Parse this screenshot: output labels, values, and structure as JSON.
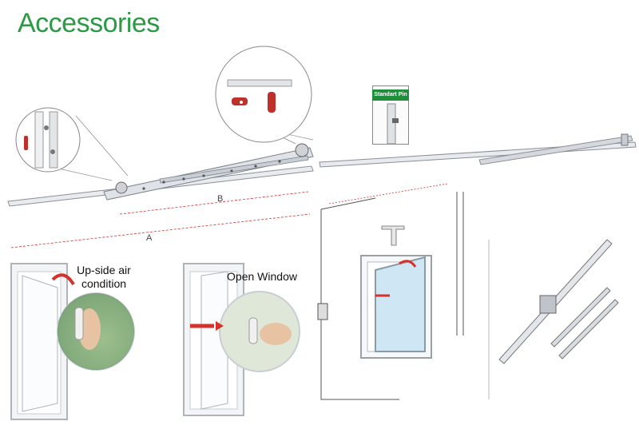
{
  "title": "Accessories",
  "pin_label": "Standart Pin",
  "dimension_labels": {
    "a": "A",
    "b": "B"
  },
  "captions": {
    "airflow": "Up-side air condition",
    "open": "Open Window"
  },
  "colors": {
    "title": "#2a9a45",
    "accent_red": "#d3332b",
    "pin_label_bg": "#1f8f3c"
  }
}
